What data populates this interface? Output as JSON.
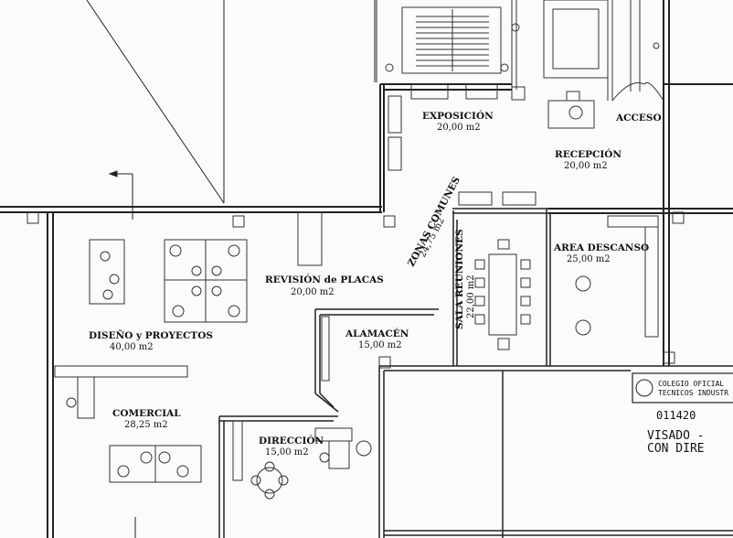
{
  "rooms": {
    "exposicion": {
      "name": "EXPOSICIÓN",
      "area": "20,00 m2"
    },
    "recepcion": {
      "name": "RECEPCIÓN",
      "area": "20,00 m2"
    },
    "acceso": {
      "name": "ACCESO"
    },
    "zonas_comunes": {
      "name": "ZONAS COMUNES",
      "area": "24,75 m2"
    },
    "revision": {
      "name": "REVISIÓN de PLACAS",
      "area": "20,00 m2"
    },
    "sala_reuniones": {
      "name": "SALA REUNIONES",
      "area": "22,00 m2"
    },
    "area_descanso": {
      "name": "AREA DESCANSO",
      "area": "25,00 m2"
    },
    "diseno": {
      "name": "DISEÑO y PROYECTOS",
      "area": "40,00 m2"
    },
    "alamacen": {
      "name": "ALAMACÉN",
      "area": "15,00 m2"
    },
    "comercial": {
      "name": "COMERCIAL",
      "area": "28,25 m2"
    },
    "direccion": {
      "name": "DIRECCIÓN",
      "area": "15,00 m2"
    }
  },
  "stamp": {
    "line1": "COLEGIO OFICIAL",
    "line2": "TECNICOS INDUSTR",
    "number": "011420",
    "visado": "VISADO  -",
    "con": "CON  DIRE"
  }
}
